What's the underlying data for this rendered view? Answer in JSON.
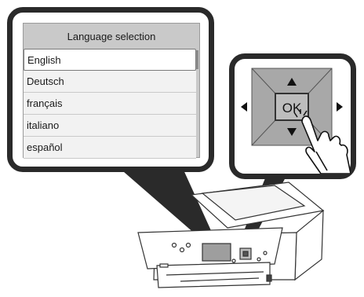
{
  "lcd": {
    "title": "Language selection",
    "languages": [
      "English",
      "Deutsch",
      "français",
      "italiano",
      "español"
    ],
    "selected_index": 0
  },
  "keypad": {
    "ok_label": "OK",
    "buttons": [
      "up-arrow",
      "down-arrow",
      "left-arrow",
      "right-arrow",
      "ok"
    ]
  },
  "colors": {
    "frame": "#2a2a2a",
    "lcd_background": "#c9c9c9",
    "pad_background": "#a8a8a8"
  }
}
